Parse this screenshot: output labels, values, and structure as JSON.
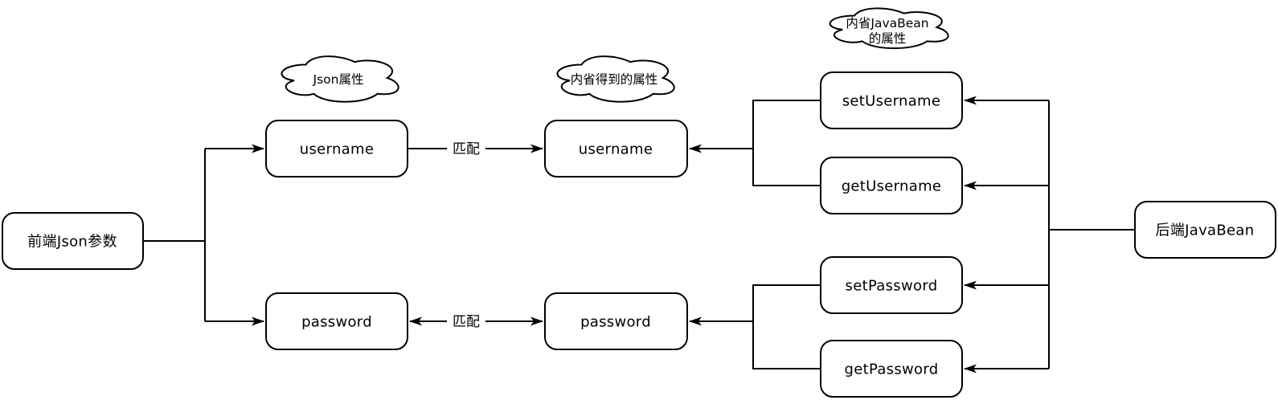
{
  "diagram": {
    "background_color": "#ffffff",
    "stroke_color": "#000000",
    "nodes": {
      "frontend": {
        "label": "前端Json参数"
      },
      "json_username": {
        "label": "username"
      },
      "json_password": {
        "label": "password"
      },
      "prop_username": {
        "label": "username"
      },
      "prop_password": {
        "label": "password"
      },
      "set_username": {
        "label": "setUsername"
      },
      "get_username": {
        "label": "getUsername"
      },
      "set_password": {
        "label": "setPassword"
      },
      "get_password": {
        "label": "getPassword"
      },
      "backend": {
        "label": "后端JavaBean"
      }
    },
    "clouds": {
      "json_attrs": {
        "label": "Json属性"
      },
      "introspected_attrs": {
        "label": "内省得到的属性"
      },
      "javabean_attrs": {
        "line1": "内省JavaBean",
        "line2": "的属性"
      }
    },
    "edge_labels": {
      "match_top": "匹配",
      "match_bottom": "匹配"
    }
  }
}
